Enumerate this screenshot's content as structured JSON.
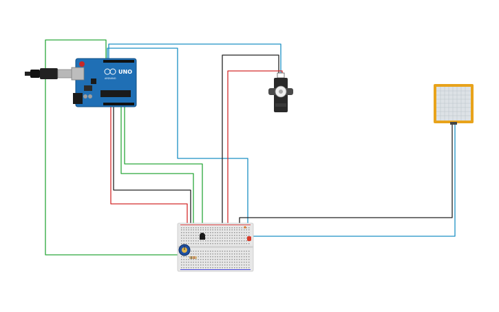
{
  "board": {
    "brand": "UNO",
    "subtitle": "ARDUINO"
  },
  "colors": {
    "board_blue": "#1f6fb5",
    "board_dark": "#17598f",
    "wire_green": "#2aa83a",
    "wire_cyan": "#1a8fc4",
    "wire_red": "#d42a2a",
    "wire_black": "#222222",
    "sensor_frame": "#e8a31b",
    "breadboard": "#e7e7e7",
    "led": "#d93a2a",
    "potentiometer": "#1f4fa0"
  },
  "components": [
    {
      "id": "arduino",
      "icon": "arduino-uno-board"
    },
    {
      "id": "usb",
      "icon": "usb-cable"
    },
    {
      "id": "servo",
      "icon": "servo-motor"
    },
    {
      "id": "sensor",
      "icon": "force-sensor-pad"
    },
    {
      "id": "breadboard",
      "icon": "mini-breadboard"
    },
    {
      "id": "potentiometer",
      "icon": "potentiometer-knob"
    },
    {
      "id": "transistor",
      "icon": "transistor"
    },
    {
      "id": "led",
      "icon": "red-led"
    },
    {
      "id": "resistor",
      "icon": "resistor"
    }
  ]
}
